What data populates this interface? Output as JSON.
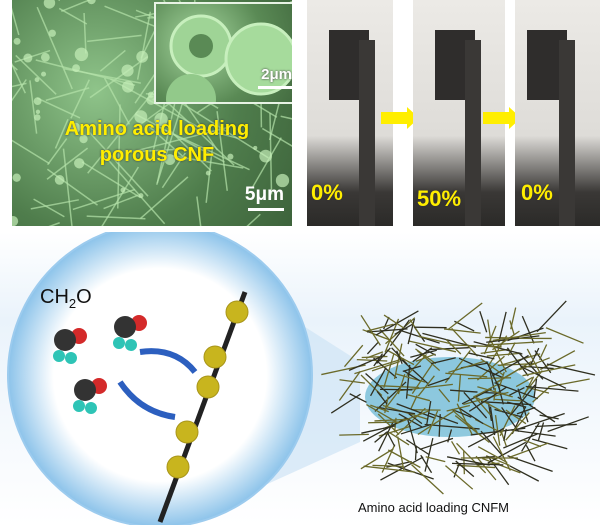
{
  "sem_panel": {
    "label_line1": "Amino acid loading",
    "label_line2": "porous CNF",
    "scale_main": "5μm",
    "scale_inset": "2μm"
  },
  "strain_photos": [
    {
      "label": "0%"
    },
    {
      "label": "50%"
    },
    {
      "label": "0%"
    }
  ],
  "diagram": {
    "molecule_label": "CH",
    "molecule_sub": "2",
    "molecule_suffix": "O",
    "membrane_label": "Amino acid loading CNFM"
  },
  "colors": {
    "label_yellow": "#ffee00",
    "carbon": "#333333",
    "oxygen": "#d42a2a",
    "hydrogen": "#2ec4b6",
    "bead": "#c8b51e"
  }
}
